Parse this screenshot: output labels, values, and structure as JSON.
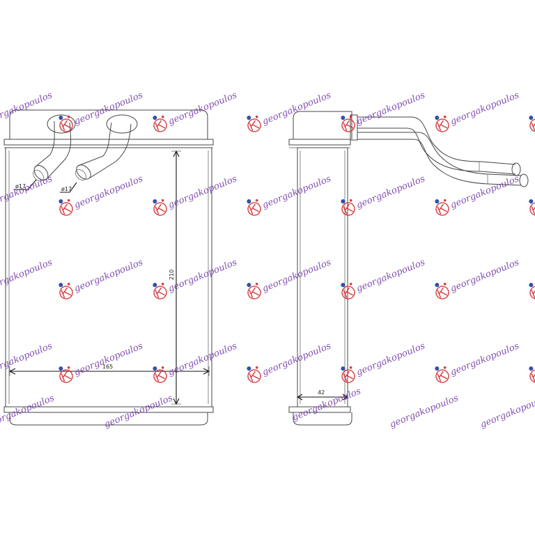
{
  "dimensions": {
    "pipe_left": "ø17",
    "pipe_right": "ø17",
    "width": "165",
    "height": "210",
    "depth": "42"
  },
  "watermark": {
    "text": "georgakopoulos",
    "logo_icon": "gk-logo-icon",
    "logo_color": "#d0262c",
    "text_color": "#6b2fa3"
  }
}
